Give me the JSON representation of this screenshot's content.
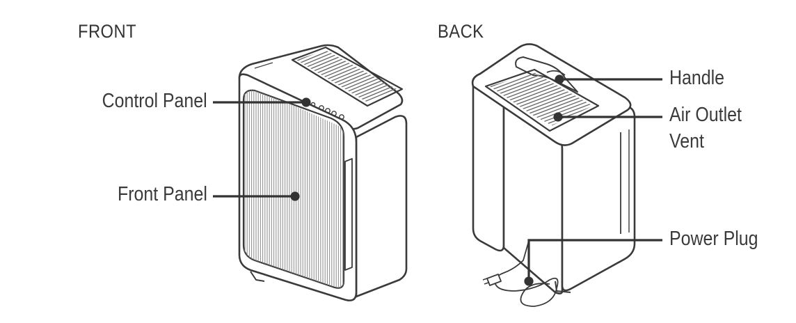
{
  "views": {
    "front": {
      "heading": "FRONT"
    },
    "back": {
      "heading": "BACK"
    }
  },
  "callouts": {
    "control_panel": "Control Panel",
    "front_panel": "Front Panel",
    "handle": "Handle",
    "air_outlet_line1": "Air Outlet",
    "air_outlet_line2": "Vent",
    "power_plug": "Power Plug"
  },
  "colors": {
    "outline": "#3a3a3a",
    "leader": "#333333",
    "background": "#ffffff"
  }
}
